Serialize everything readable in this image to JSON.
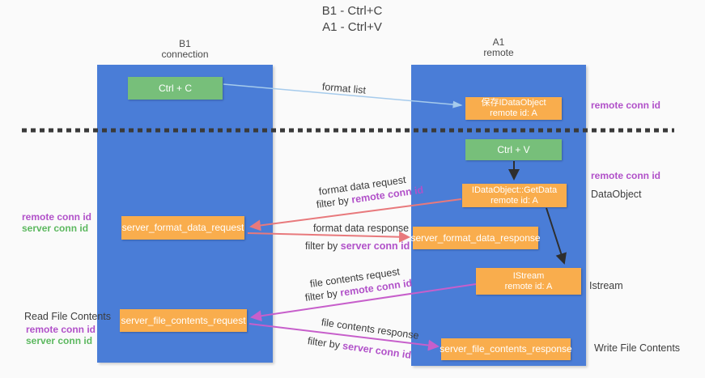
{
  "title": {
    "line1": "B1 - Ctrl+C",
    "line2": "A1 - Ctrl+V"
  },
  "lanes": {
    "left": {
      "name": "B1",
      "subtitle": "connection"
    },
    "right": {
      "name": "A1",
      "subtitle": "remote"
    }
  },
  "nodes": {
    "ctrl_c": "Ctrl + C",
    "ctrl_v": "Ctrl + V",
    "save_idataobject": {
      "line1": "保存IDataObject",
      "line2": "remote id: A"
    },
    "idataobject_getdata": {
      "line1": "IDataObject::GetData",
      "line2": "remote id: A"
    },
    "istream": {
      "line1": "IStream",
      "line2": "remote id: A"
    },
    "server_format_data_request": "server_format_data_request",
    "server_format_data_response": "server_format_data_response",
    "server_file_contents_request": "server_file_contents_request",
    "server_file_contents_response": "server_file_contents_response"
  },
  "labels": {
    "format_list": "format list",
    "format_data_request": "format data request",
    "format_data_response": "format data response",
    "file_contents_request": "file contents request",
    "file_contents_response": "file contents response",
    "filter_by": "filter by ",
    "remote_conn_id": "remote conn id",
    "server_conn_id": "server conn id",
    "dataobject": "DataObject",
    "istream_side": "Istream",
    "read_file_contents": "Read File Contents",
    "write_file_contents": "Write File Contents"
  },
  "colors": {
    "lane_blue": "#4a7dd7",
    "node_green": "#77bf7a",
    "node_orange": "#f9ad4d",
    "arrow_salmon": "#e8797c",
    "arrow_magenta": "#c75fcb",
    "arrow_lightblue": "#a6cbec",
    "arrow_black": "#2e2e2e",
    "id_purple": "#b151c9",
    "id_green": "#5cb85f",
    "dash_gray": "#3a3a3a"
  }
}
